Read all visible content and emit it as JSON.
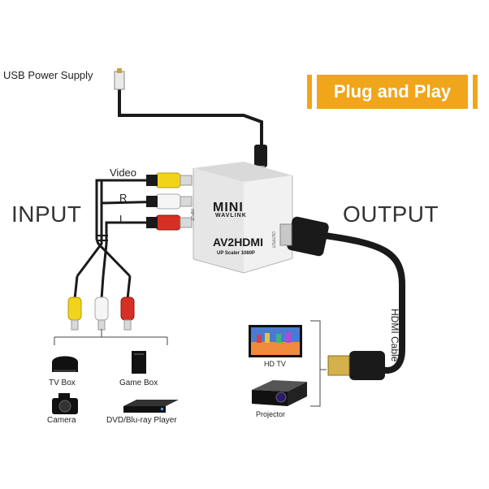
{
  "labels": {
    "usb_power": "USB Power Supply",
    "badge": "Plug and Play",
    "input": "INPUT",
    "output": "OUTPUT",
    "video": "Video",
    "right": "R",
    "left": "L",
    "hdmi_cable": "HDMI Cable"
  },
  "device": {
    "brand": "MINI",
    "sub_brand": "WAVLINK",
    "title": "AV2HDMI",
    "scaler": "UP Scaler 1080P",
    "input_port": "INPUT",
    "output_port": "OUTPUT"
  },
  "sources": [
    "TV Box",
    "Game Box",
    "Camera",
    "DVD/Blu-ray Player"
  ],
  "displays": [
    "HD TV",
    "Projector"
  ],
  "colors": {
    "accent": "#f1a51b",
    "video_plug": "#f2d31b",
    "audio_right_plug": "#d62f24",
    "audio_left_plug": "#ffffff",
    "cable": "#1a1a1a"
  }
}
